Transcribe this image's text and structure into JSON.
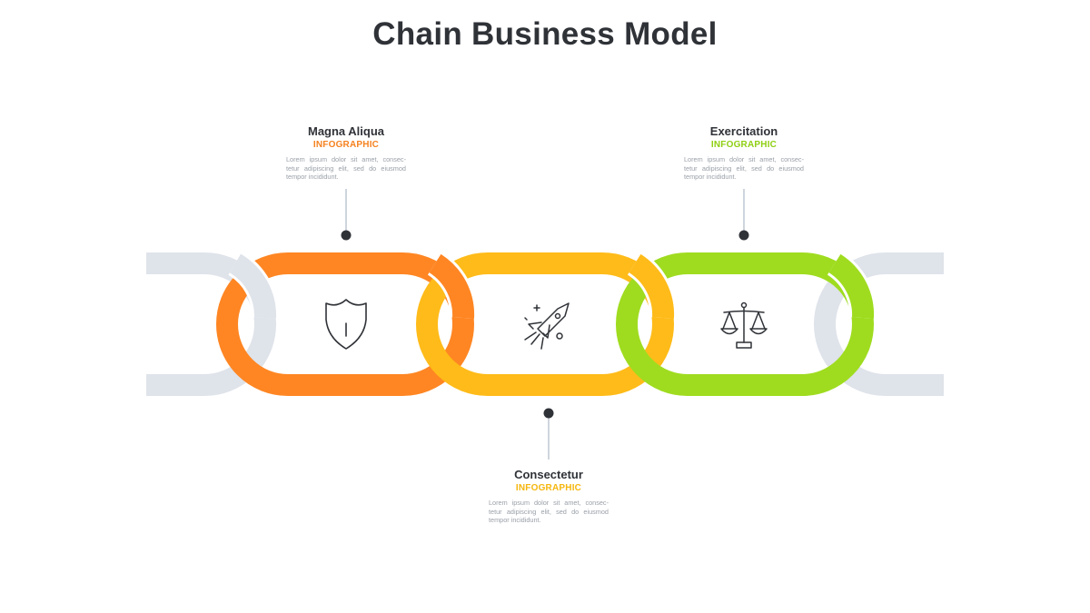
{
  "title": "Chain Business Model",
  "colors": {
    "link_1": "#ff8623",
    "link_2": "#ffbb19",
    "link_3": "#9fdc1f",
    "link_gray": "#dfe3ea",
    "pin": "#2f3237",
    "connector": "#cfd5dd"
  },
  "callouts": [
    {
      "title": "Magna Aliqua",
      "subtitle": "INFOGRAPHIC",
      "body": "Lorem ipsum dolor sit amet, consec-tetur adipiscing elit, sed do eiusmod tempor incididunt.",
      "icon": "shield-icon"
    },
    {
      "title": "Consectetur",
      "subtitle": "INFOGRAPHIC",
      "body": "Lorem ipsum dolor sit amet, consec-tetur adipiscing elit, sed do eiusmod tempor incididunt.",
      "icon": "rocket-icon"
    },
    {
      "title": "Exercitation",
      "subtitle": "INFOGRAPHIC",
      "body": "Lorem ipsum dolor sit amet, consec-tetur adipiscing elit, sed do eiusmod tempor incididunt.",
      "icon": "scales-icon"
    }
  ]
}
